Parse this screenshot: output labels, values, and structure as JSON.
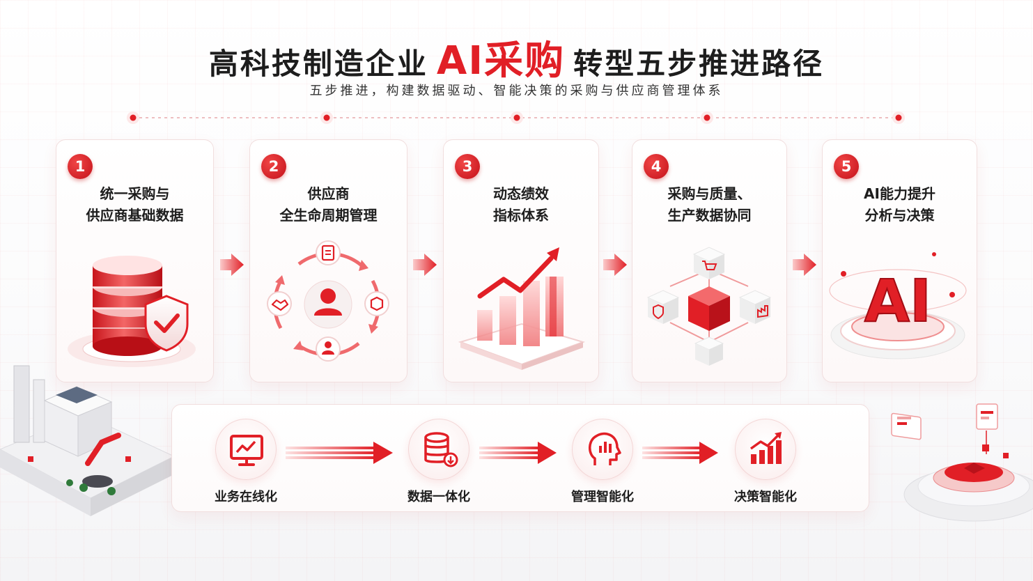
{
  "header": {
    "title_prefix": "高科技制造企业",
    "title_accent": "AI采购",
    "title_suffix": "转型五步推进路径",
    "subtitle": "五步推进，构建数据驱动、智能决策的采购与供应商管理体系"
  },
  "steps": [
    {
      "number": "1",
      "title_line1": "统一采购与",
      "title_line2": "供应商基础数据",
      "icon": "database-shield-icon"
    },
    {
      "number": "2",
      "title_line1": "供应商",
      "title_line2": "全生命周期管理",
      "icon": "lifecycle-cycle-icon"
    },
    {
      "number": "3",
      "title_line1": "动态绩效",
      "title_line2": "指标体系",
      "icon": "growth-bar-chart-icon"
    },
    {
      "number": "4",
      "title_line1": "采购与质量、",
      "title_line2": "生产数据协同",
      "icon": "cube-network-icon"
    },
    {
      "number": "5",
      "title_line1": "AI能力提升",
      "title_line2": "分析与决策",
      "icon": "ai-platform-icon"
    }
  ],
  "ai_badge_text": "AI",
  "outcomes": [
    {
      "label": "业务在线化",
      "icon": "monitor-chart-icon"
    },
    {
      "label": "数据一体化",
      "icon": "database-download-icon"
    },
    {
      "label": "管理智能化",
      "icon": "head-chart-icon"
    },
    {
      "label": "决策智能化",
      "icon": "bar-trend-icon"
    }
  ],
  "colors": {
    "accent": "#e11f26",
    "dark_text": "#1d1d1d",
    "soft_red": "#f6c9c9"
  }
}
